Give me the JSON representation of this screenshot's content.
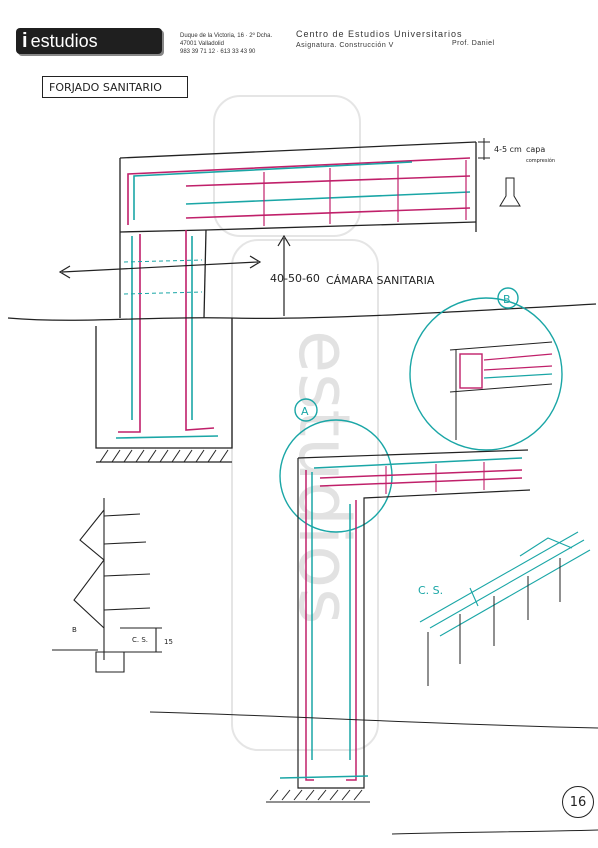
{
  "header": {
    "logo_mark": "i",
    "logo_text": "estudios",
    "address_line1": "Duque de la Victoria, 16 · 2º Dcha.",
    "address_line2": "47001 Valladolid",
    "address_line3": "983 39 71 12 · 613 33 43 90",
    "center_line1": "Centro de Estudios Universitarios",
    "center_line2": "Asignatura. Construcción V",
    "professor": "Prof. Daniel"
  },
  "page_title": "FORJADO SANITARIO",
  "annotations": {
    "capa_thickness": "4-5 cm",
    "capa_label": "capa",
    "capa_sub": "compresión",
    "chamber_height": "40-50-60",
    "chamber_label": "CÁMARA SANITARIA",
    "detail_a": "A",
    "detail_b": "B",
    "cs_label_1": "C. S.",
    "cs_label_2": "C. S.",
    "dim_15": "15",
    "angle_b": "B"
  },
  "watermark": "estudios",
  "page_number": "16",
  "colors": {
    "ink": "#222222",
    "cyan": "#1aa6a6",
    "magenta": "#c0206a",
    "watermark": "#d8d8d8"
  }
}
